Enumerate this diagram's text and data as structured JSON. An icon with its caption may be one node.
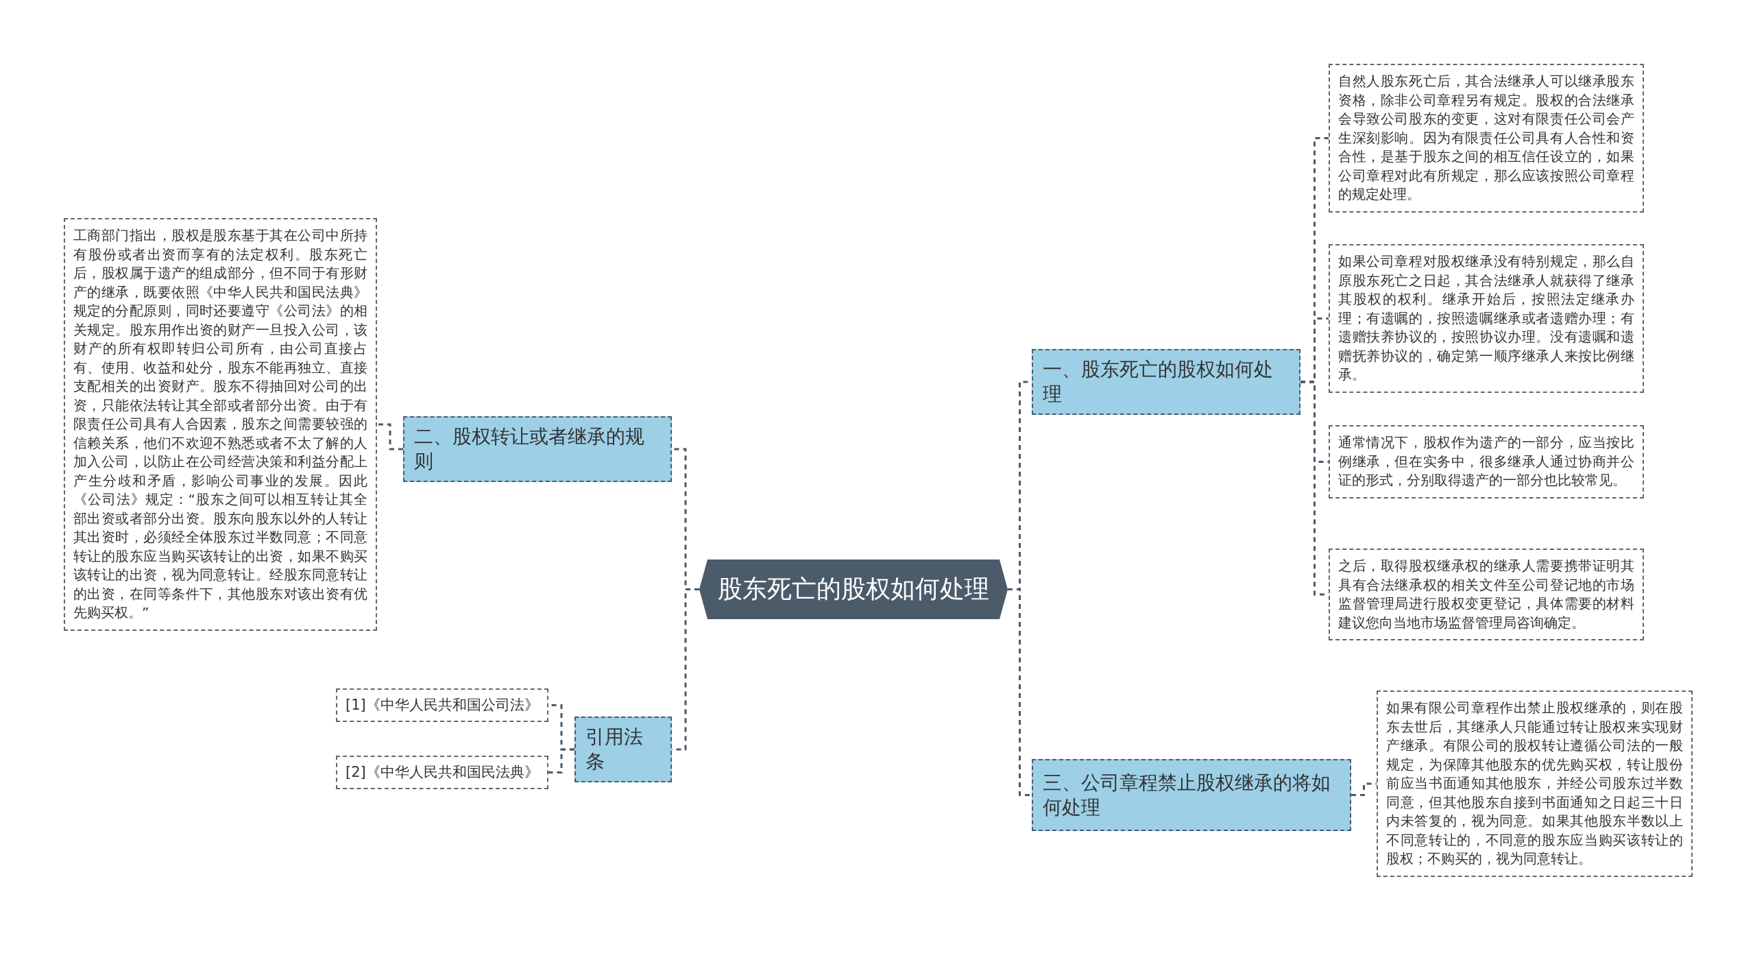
{
  "diagram": {
    "nodes": [
      {
        "text": [
          "股东死亡的股权如何处理"
        ]
      },
      {
        "text": [
          "一、股东死亡的股权如何处理"
        ]
      },
      {
        "text": [
          "自然人股东死亡后，其合法继承人可以继承股东资格，除非公司章程另有规定。股权的合法继承会导致公司股东的变更，这对有限责任公司会产生深刻影响。因为有限责任公司具有人合性和资合性，是基于股东之间的相互信任设立的，如果公司章程对此有所规定，那么应该按照公司章程的规定处理。"
        ]
      },
      {
        "text": [
          "如果公司章程对股权继承没有特别规定，那么自原股东死亡之日起，其合法继承人就获得了继承其股权的权利。继承开始后，按照法定继承办理；有遗嘱的，按照遗嘱继承或者遗赠办理；有遗赠扶养协议的，按照协议办理。没有遗嘱和遗赠抚养协议的，确定第一顺序继承人来按比例继承。"
        ]
      },
      {
        "text": [
          "通常情况下，股权作为遗产的一部分，应当按比例继承，但在实务中，很多继承人通过协商并公证的形式，分别取得遗产的一部分也比较常见。"
        ]
      },
      {
        "text": [
          "之后，取得股权继承权的继承人需要携带证明其具有合法继承权的相关文件至公司登记地的市场监督管理局进行股权变更登记，具体需要的材料建议您向当地市场监督管理局咨询确定。"
        ]
      },
      {
        "text": [
          "三、公司章程禁止股权继承的将如何处理"
        ]
      },
      {
        "text": [
          "如果有限公司章程作出禁止股权继承的，则在股东去世后，其继承人只能通过转让股权来实现财产继承。有限公司的股权转让遵循公司法的一般规定，为保障其他股东的优先购买权，转让股份前应当书面通知其他股东，并经公司股东过半数同意，但其他股东自接到书面通知之日起三十日内未答复的，视为同意。如果其他股东半数以上不同意转让的，不同意的股东应当购买该转让的股权；不购买的，视为同意转让。"
        ]
      },
      {
        "text": [
          "二、股权转让或者继承的规则"
        ]
      },
      {
        "text": [
          "工商部门指出，股权是股东基于其在公司中所持有股份或者出资而享有的法定权利。股东死亡后，股权属于遗产的组成部分，但不同于有形财产的继承，既要依照《中华人民共和国民法典》规定的分配原则，同时还要遵守《公司法》的相关规定。股东用作出资的财产一旦投入公司，该财产的所有权即转归公司所有，由公司直接占有、使用、收益和处分，股东不能再独立、直接支配相关的出资财产。股东不得抽回对公司的出资，只能依法转让其全部或者部分出资。由于有限责任公司具有人合因素，股东之间需要较强的信赖关系，他们不欢迎不熟悉或者不太了解的人加入公司，以防止在公司经营决策和利益分配上产生分歧和矛盾，影响公司事业的发展。因此《公司法》规定：“股东之间可以相互转让其全部出资或者部分出资。股东向股东以外的人转让其出资时，必须经全体股东过半数同意；不同意转让的股东应当购买该转让的出资，如果不购买该转让的出资，视为同意转让。经股东同意转让的出资，在同等条件下，其他股东对该出资有优先购买权。”"
        ]
      },
      {
        "text": [
          "引用法条"
        ]
      },
      {
        "text": [
          "[1]《中华人民共和国公司法》"
        ]
      },
      {
        "text": [
          "[2]《中华人民共和国民法典》"
        ]
      }
    ],
    "edges": [
      {
        "from": 0,
        "to": 1,
        "arrow": "none"
      },
      {
        "from": 0,
        "to": 6,
        "arrow": "none"
      },
      {
        "from": 0,
        "to": 8,
        "arrow": "none"
      },
      {
        "from": 0,
        "to": 10,
        "arrow": "none"
      },
      {
        "from": 1,
        "to": 2,
        "arrow": "none"
      },
      {
        "from": 1,
        "to": 3,
        "arrow": "none"
      },
      {
        "from": 1,
        "to": 4,
        "arrow": "none"
      },
      {
        "from": 1,
        "to": 5,
        "arrow": "none"
      },
      {
        "from": 6,
        "to": 7,
        "arrow": "none"
      },
      {
        "from": 8,
        "to": 9,
        "arrow": "none"
      },
      {
        "from": 10,
        "to": 11,
        "arrow": "none"
      },
      {
        "from": 10,
        "to": 12,
        "arrow": "none"
      }
    ]
  }
}
